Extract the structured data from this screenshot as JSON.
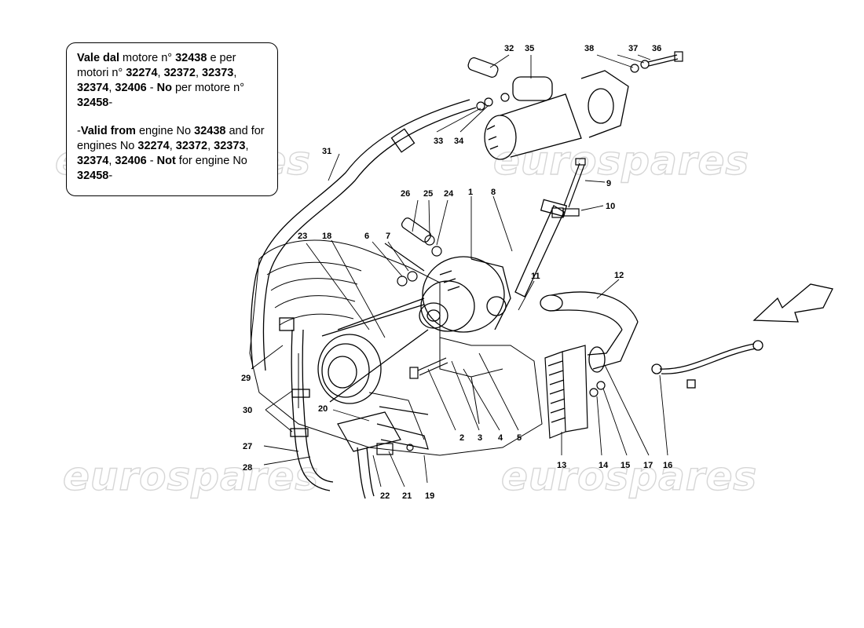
{
  "note": {
    "it_parts": [
      {
        "t": "Vale dal",
        "b": true
      },
      {
        "t": " motore n° ",
        "b": false
      },
      {
        "t": "32438",
        "b": true
      },
      {
        "t": " e per motori n° ",
        "b": false
      },
      {
        "t": "32274",
        "b": true
      },
      {
        "t": ", ",
        "b": false
      },
      {
        "t": "32372",
        "b": true
      },
      {
        "t": ", ",
        "b": false
      },
      {
        "t": "32373",
        "b": true
      },
      {
        "t": ", ",
        "b": false
      },
      {
        "t": "32374",
        "b": true
      },
      {
        "t": ", ",
        "b": false
      },
      {
        "t": "32406",
        "b": true
      },
      {
        "t": " - ",
        "b": false
      },
      {
        "t": "No",
        "b": true
      },
      {
        "t": " per motore n° ",
        "b": false
      },
      {
        "t": "32458",
        "b": true
      },
      {
        "t": "-",
        "b": false
      }
    ],
    "en_parts": [
      {
        "t": "-",
        "b": false
      },
      {
        "t": "Valid from",
        "b": true
      },
      {
        "t": " engine No ",
        "b": false
      },
      {
        "t": "32438",
        "b": true
      },
      {
        "t": " and for engines No ",
        "b": false
      },
      {
        "t": "32274",
        "b": true
      },
      {
        "t": ", ",
        "b": false
      },
      {
        "t": "32372",
        "b": true
      },
      {
        "t": ", ",
        "b": false
      },
      {
        "t": "32373",
        "b": true
      },
      {
        "t": ", ",
        "b": false
      },
      {
        "t": "32374",
        "b": true
      },
      {
        "t": ", ",
        "b": false
      },
      {
        "t": "32406",
        "b": true
      },
      {
        "t": " - ",
        "b": false
      },
      {
        "t": "Not",
        "b": true
      },
      {
        "t": " for engine No ",
        "b": false
      },
      {
        "t": "32458",
        "b": true
      },
      {
        "t": "-",
        "b": false
      }
    ]
  },
  "watermark": {
    "text": "eurospares"
  },
  "callouts": [
    "1",
    "2",
    "3",
    "4",
    "5",
    "6",
    "7",
    "8",
    "9",
    "10",
    "11",
    "12",
    "13",
    "14",
    "15",
    "16",
    "17",
    "18",
    "19",
    "20",
    "21",
    "22",
    "23",
    "24",
    "25",
    "26",
    "27",
    "28",
    "29",
    "30",
    "31",
    "32",
    "33",
    "34",
    "35",
    "36",
    "37",
    "38"
  ],
  "colors": {
    "line": "#000000",
    "watermark": "#c9c9c9"
  }
}
